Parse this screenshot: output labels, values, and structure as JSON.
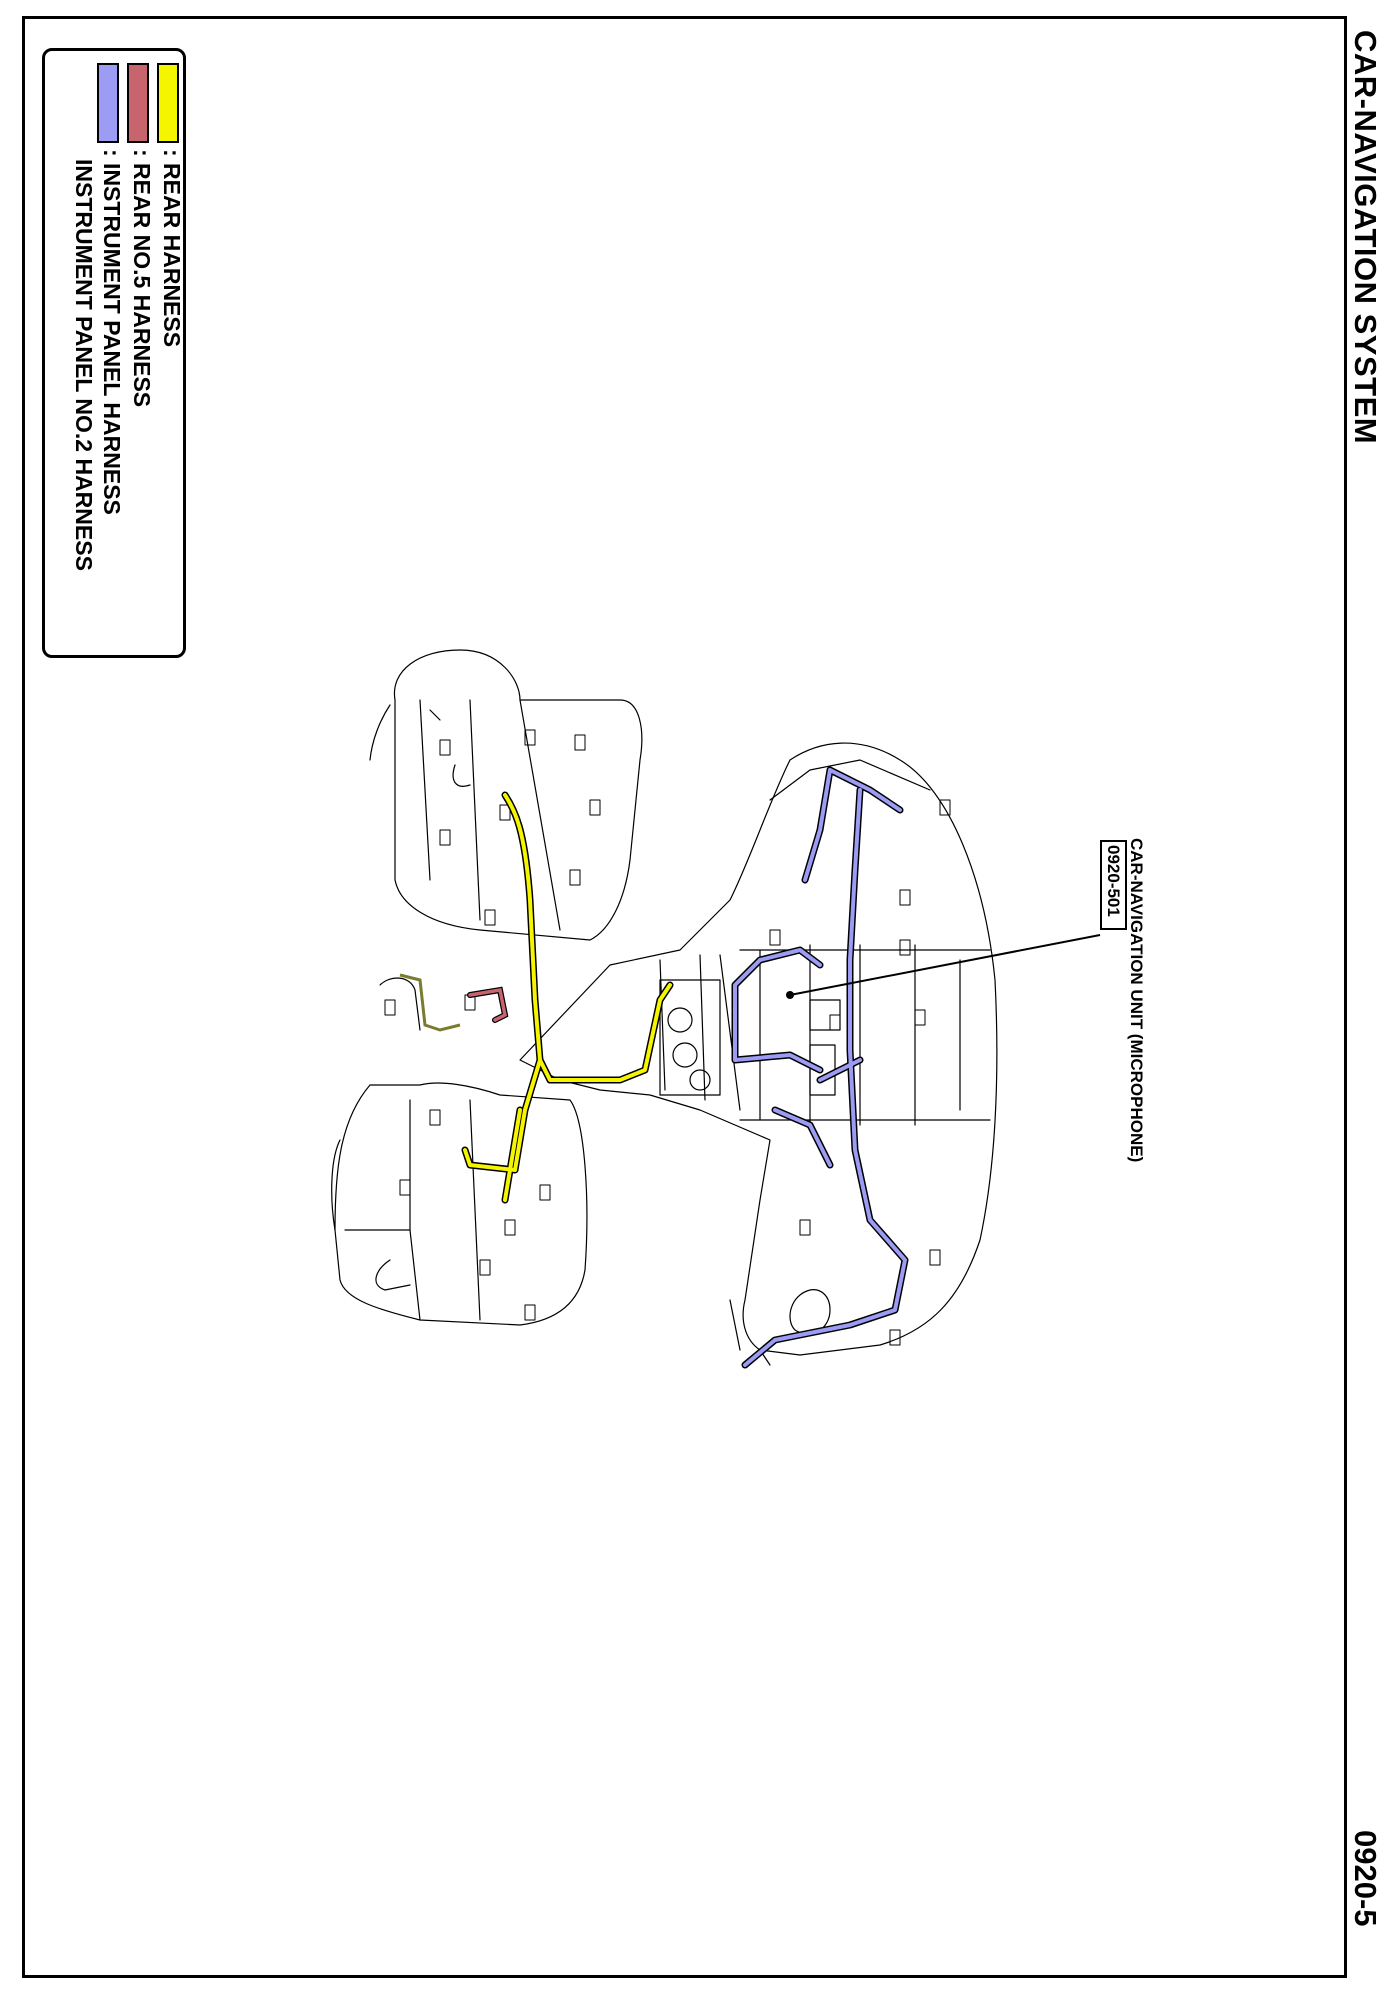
{
  "page": {
    "title": "CAR-NAVIGATION SYSTEM",
    "page_number": "0920-5"
  },
  "legend": {
    "items": [
      {
        "label": ": REAR HARNESS",
        "color": "#f5f500"
      },
      {
        "label": ": REAR NO.5 HARNESS",
        "color": "#c8646e"
      },
      {
        "label": ": INSTRUMENT PANEL HARNESS",
        "color": "#9c9cf5"
      },
      {
        "label": "INSTRUMENT PANEL NO.2 HARNESS",
        "color": ""
      }
    ]
  },
  "callouts": [
    {
      "label": "CAR-NAVIGATION UNIT (MICROPHONE)",
      "code": "0920-501"
    }
  ],
  "colors": {
    "rear_harness": "#f5f500",
    "rear_no5_harness": "#c8646e",
    "instrument_panel_harness": "#9c9cf5",
    "outline": "#000000"
  }
}
